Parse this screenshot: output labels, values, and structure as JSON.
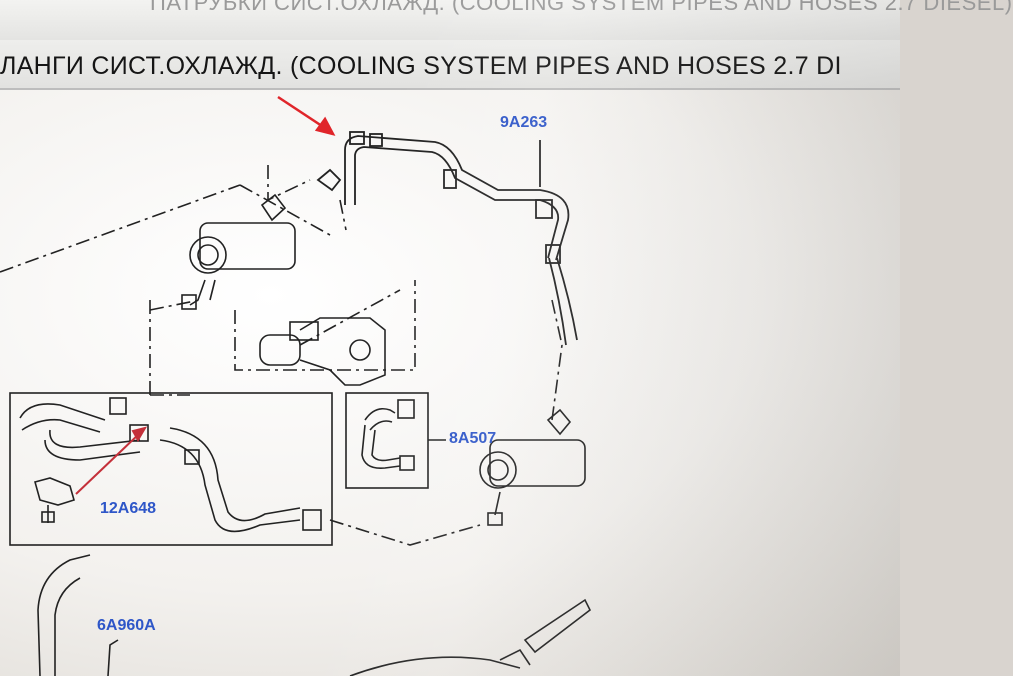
{
  "header": {
    "faded_title": "ПАТРУБКИ СИСТ.ОХЛАЖД. (COOLING SYSTEM PIPES AND HOSES 2.7 DIESEL)",
    "title": "ЛАНГИ СИСТ.ОХЛАЖД. (COOLING SYSTEM PIPES AND HOSES 2.7 DI"
  },
  "diagram": {
    "labels": {
      "part_9a263": "9A263",
      "part_8a507": "8A507",
      "part_12a648": "12A648",
      "part_6a960a": "6A960A"
    }
  },
  "colors": {
    "label_blue": "#2e56c8",
    "arrow_red": "#e0252a",
    "line": "#222222"
  }
}
